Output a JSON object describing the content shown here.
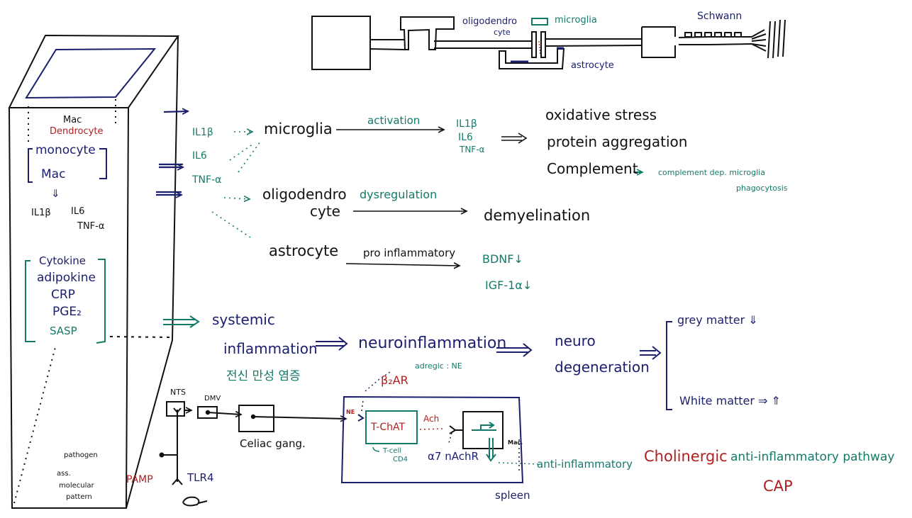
{
  "colors": {
    "ink": "#111111",
    "navy": "#1a1f6e",
    "teal": "#137a6a",
    "red": "#b01e1e"
  },
  "neuron": {
    "oligodendrocyte": "oligodendro",
    "oligodendrocyte_2": "cyte",
    "microglia": "microglia",
    "astrocyte": "astrocyte",
    "schwann": "Schwann"
  },
  "vessel": {
    "mac": "Mac",
    "dendrocyte": "Dendrocyte",
    "monocyte": "monocyte",
    "mac2": "Mac",
    "down_arrow": "⇓",
    "il1b": "IL1β",
    "il6": "IL6",
    "tnfa": "TNF-α",
    "mediators": [
      "Cytokine",
      "adipokine",
      "CRP",
      "PGE₂",
      "SASP"
    ]
  },
  "cytokines": {
    "il1b": "IL1β",
    "il6": "IL6",
    "tnfa": "TNF-α"
  },
  "glia": {
    "microglia": "microglia",
    "activation": "activation",
    "out_il1b": "IL1β",
    "out_il6": "IL6",
    "out_tnfa": "TNF-α",
    "effects": [
      "oxidative stress",
      "protein aggregation",
      "Complement"
    ],
    "complement_note_1": "complement dep. microglia",
    "complement_note_2": "phagocytosis",
    "oligo_1": "oligodendro",
    "oligo_2": "cyte",
    "dysregulation": "dysregulation",
    "demyelination": "demyelination",
    "astrocyte": "astrocyte",
    "proinflammatory": "pro inflammatory",
    "bdnf": "BDNF↓",
    "igf": "IGF-1α↓"
  },
  "cascade": {
    "systemic_1": "systemic",
    "systemic_2": "inflammation",
    "korean": "전신 만성 염증",
    "neuroinflammation": "neuroinflammation",
    "neuro_1": "neuro",
    "neuro_2": "degeneration",
    "grey": "grey matter ⇓",
    "white": "White matter ⇒ ⇑"
  },
  "cap": {
    "nts": "NTS",
    "dmv": "DMV",
    "celiac": "Celiac gang.",
    "pamp": "PAMP",
    "tlr4": "TLR4",
    "pamp_def": [
      "pathogen",
      "ass.",
      "molecular",
      "pattern"
    ],
    "b2ar": "β₂AR",
    "adregic": "adregic : NE",
    "ne": "NE",
    "tchat": "T-ChAT",
    "tcell_1": "T-cell",
    "tcell_2": "CD4",
    "ach": "Ach",
    "a7": "α7 nAchR",
    "mac": "Mac.",
    "anti": "anti-inflammatory",
    "spleen": "spleen",
    "title_red": "Cholinergic",
    "title_teal": "anti-inflammatory pathway",
    "abbrev": "CAP"
  }
}
